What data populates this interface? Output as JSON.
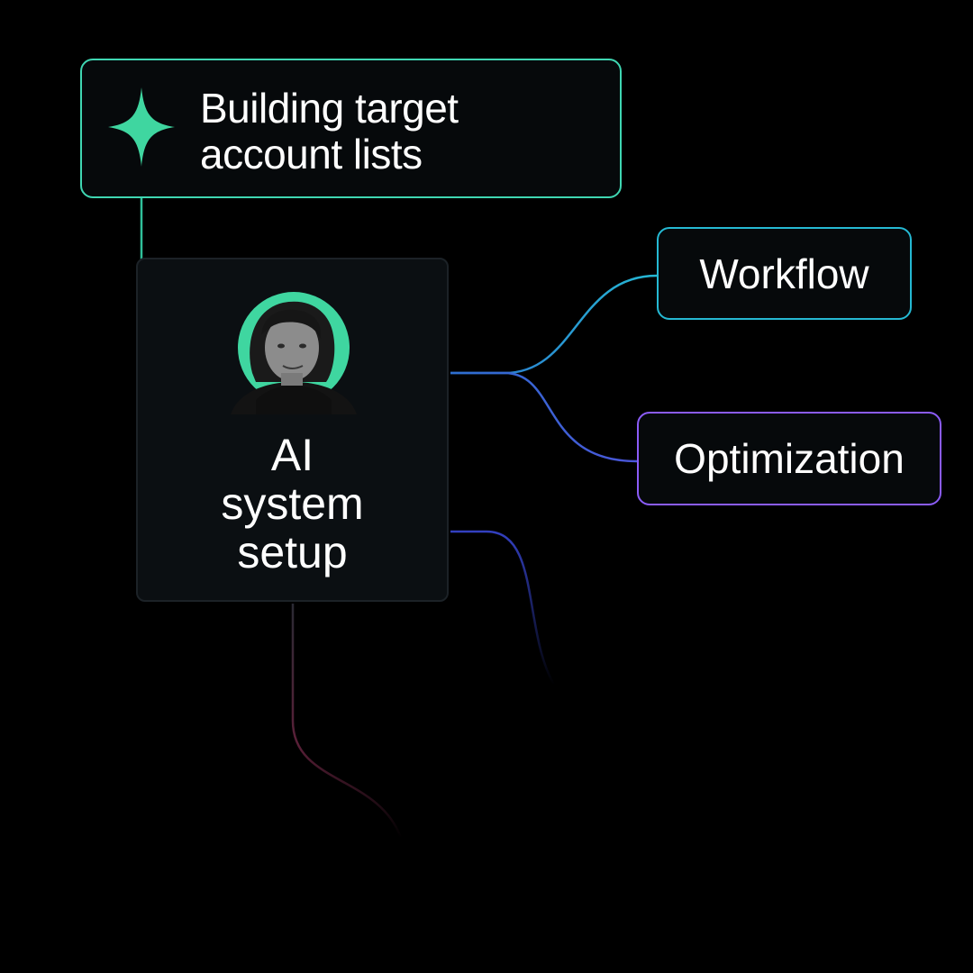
{
  "top_node": {
    "label_line1": "Building target",
    "label_line2": "account lists",
    "icon": "sparkle-icon",
    "border_color": "#3fd6b2"
  },
  "center_node": {
    "label_line1": "AI",
    "label_line2": "system",
    "label_line3": "setup",
    "avatar": "person-avatar",
    "avatar_bg_color": "#3fd6a0"
  },
  "branches": [
    {
      "label": "Workflow",
      "border_color": "#25b9d3"
    },
    {
      "label": "Optimization",
      "border_color": "#8b5cf6"
    }
  ],
  "colors": {
    "background": "#000000",
    "accent_green": "#3fd6b2",
    "accent_cyan": "#25b9d3",
    "accent_purple": "#8b5cf6"
  }
}
